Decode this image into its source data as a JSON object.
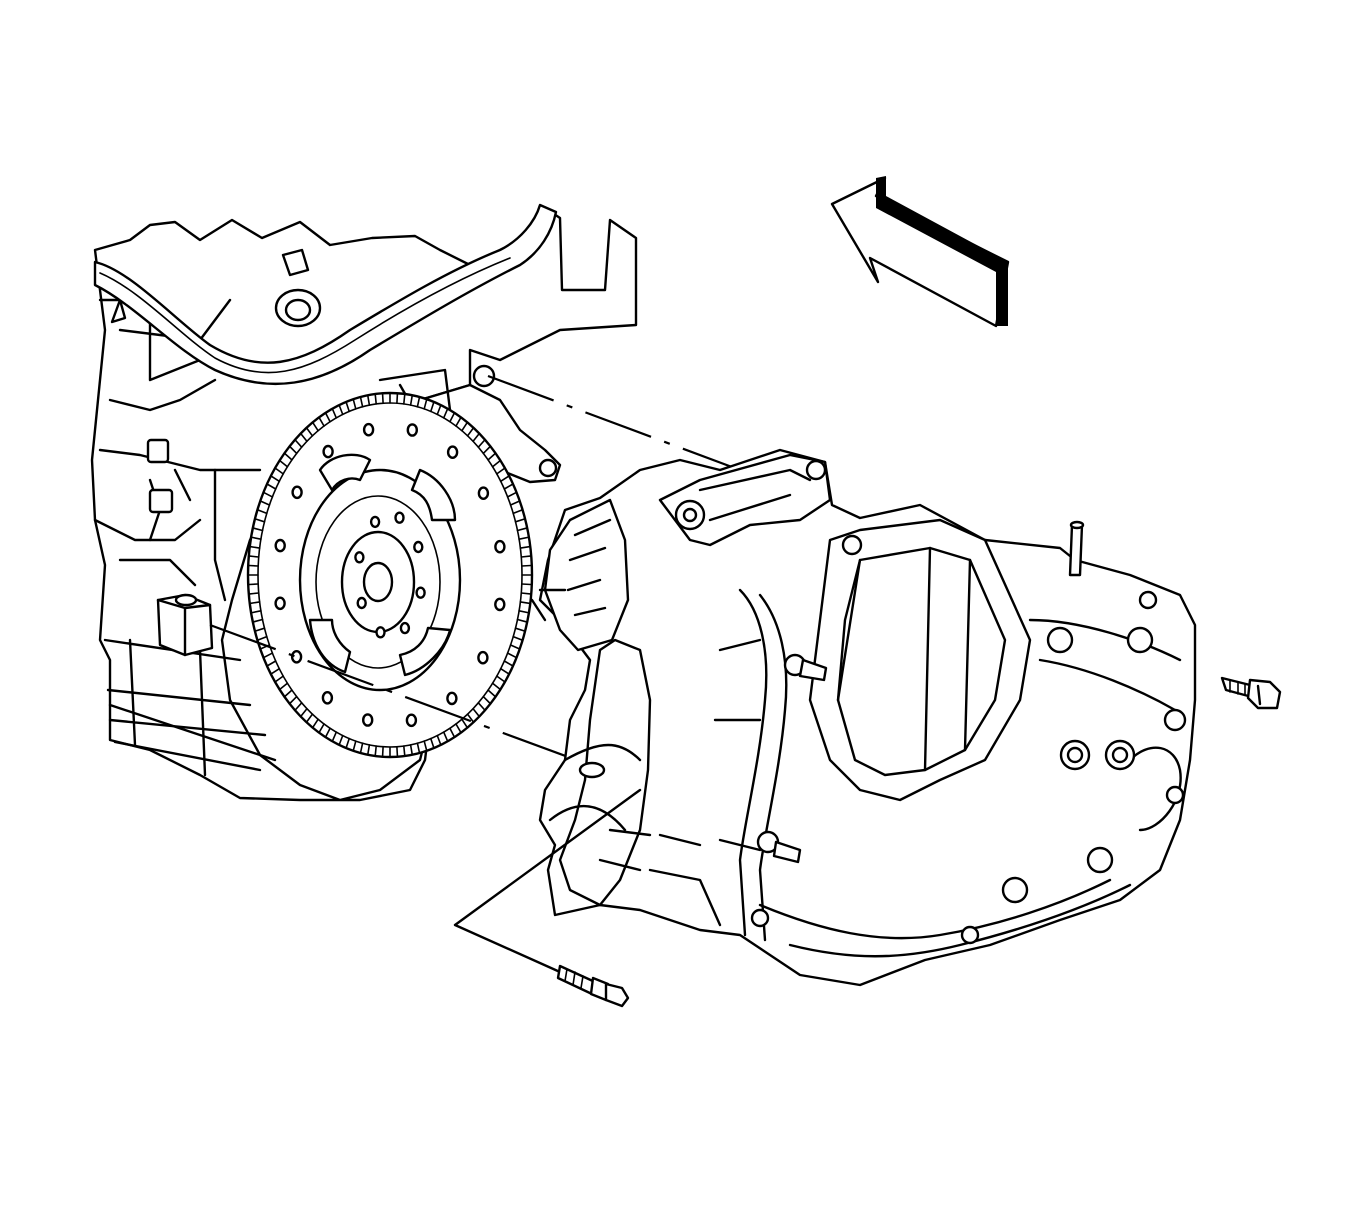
{
  "diagram": {
    "parts": [
      {
        "id": "engine-block",
        "icon": "engine-block-icon"
      },
      {
        "id": "flywheel",
        "icon": "flywheel-icon"
      },
      {
        "id": "transaxle",
        "icon": "transaxle-icon"
      },
      {
        "id": "upper-bolt",
        "icon": "bolt-icon"
      },
      {
        "id": "lower-bolt",
        "icon": "bolt-icon"
      },
      {
        "id": "front-direction-arrow",
        "icon": "arrow-icon"
      }
    ],
    "colors": {
      "line": "#000000",
      "background": "#ffffff"
    }
  }
}
